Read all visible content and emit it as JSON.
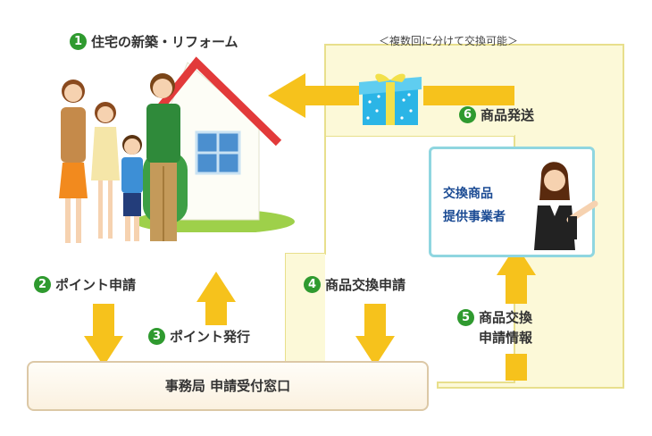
{
  "steps": {
    "s1": {
      "num": "1",
      "label": "住宅の新築・リフォーム"
    },
    "s2": {
      "num": "2",
      "label": "ポイント申請"
    },
    "s3": {
      "num": "3",
      "label": "ポイント発行"
    },
    "s4": {
      "num": "4",
      "label": "商品交換申請"
    },
    "s5": {
      "num": "5",
      "line1": "商品交換",
      "line2": "申請情報"
    },
    "s6": {
      "num": "6",
      "label": "商品発送"
    }
  },
  "office": {
    "label": "事務局 申請受付窓口"
  },
  "vendor": {
    "line1": "交換商品",
    "line2": "提供事業者"
  },
  "note": "＜複数回に分けて交換可能＞",
  "colors": {
    "accent_green": "#2f9a2f",
    "arrow_yellow": "#f6c21c",
    "path_yellow": "#fbf8d4",
    "vendor_border": "#8fd6e0",
    "vendor_text": "#1a4a93"
  },
  "icons": [
    "house-icon",
    "family-icon",
    "gift-box-icon",
    "operator-woman-icon"
  ]
}
